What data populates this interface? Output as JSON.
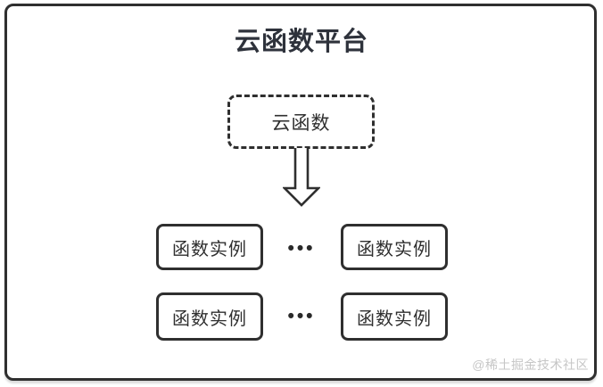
{
  "diagram": {
    "title": "云函数平台",
    "cloud_function_label": "云函数",
    "ellipsis": "•••",
    "rows": [
      {
        "left_label": "函数实例",
        "right_label": "函数实例"
      },
      {
        "left_label": "函数实例",
        "right_label": "函数实例"
      }
    ],
    "watermark": "@稀土掘金技术社区",
    "colors": {
      "stroke": "#2f2f2f",
      "title_text": "#2e323b",
      "watermark_text": "#c6c6c6",
      "background": "#ffffff"
    }
  }
}
